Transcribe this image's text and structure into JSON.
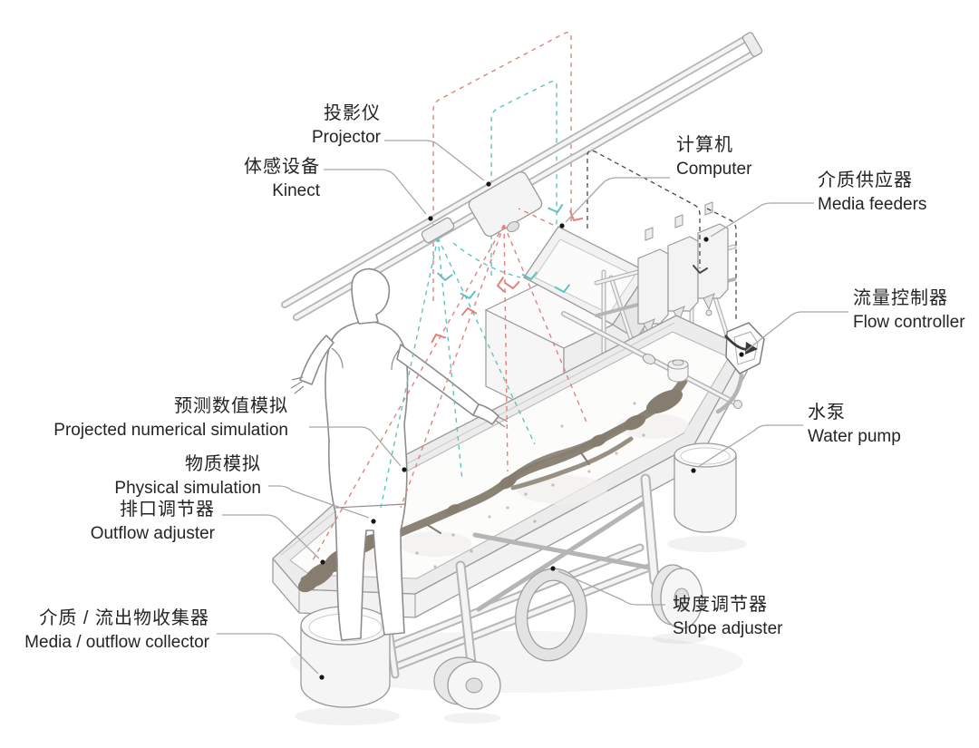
{
  "diagram": {
    "labels": {
      "projector": {
        "zh": "投影仪",
        "en": "Projector"
      },
      "kinect": {
        "zh": "体感设备",
        "en": "Kinect"
      },
      "computer": {
        "zh": "计算机",
        "en": "Computer"
      },
      "media_feeders": {
        "zh": "介质供应器",
        "en": "Media feeders"
      },
      "flow_controller": {
        "zh": "流量控制器",
        "en": "Flow controller"
      },
      "water_pump": {
        "zh": "水泵",
        "en": "Water pump"
      },
      "projected_numerical_simulation": {
        "zh": "预测数值模拟",
        "en": "Projected numerical simulation"
      },
      "physical_simulation": {
        "zh": "物质模拟",
        "en": "Physical simulation"
      },
      "outflow_adjuster": {
        "zh": "排口调节器",
        "en": "Outflow adjuster"
      },
      "media_outflow_collector": {
        "zh": "介质 / 流出物收集器",
        "en": "Media / outflow collector"
      },
      "slope_adjuster": {
        "zh": "坡度调节器",
        "en": "Slope adjuster"
      }
    },
    "colors": {
      "projection_beam": "#e0837c",
      "kinect_beam": "#5fc4bd",
      "control_line": "#4a4a4a",
      "leader_line": "#a8a8a8",
      "outline": "#9a9a9a",
      "river": "#867c70",
      "text": "#242424",
      "background": "#ffffff"
    }
  }
}
